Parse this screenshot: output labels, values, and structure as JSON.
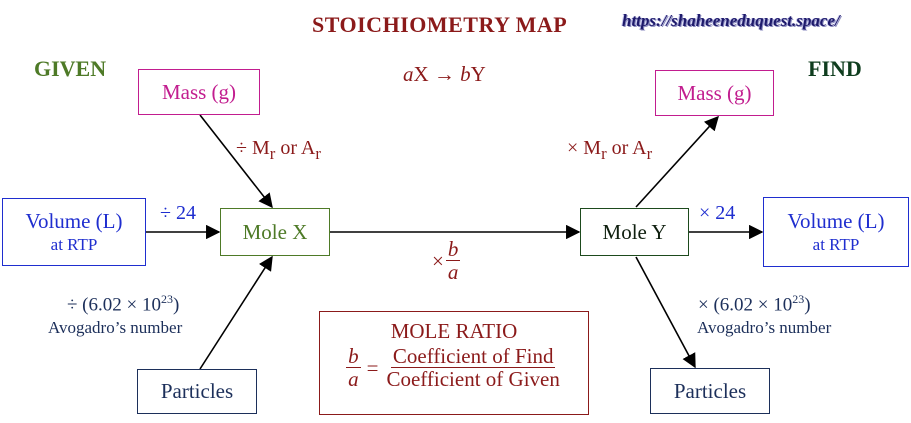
{
  "title": "STOICHIOMETRY MAP",
  "url": "https://shaheeneduquest.space/",
  "given_label": "GIVEN",
  "find_label": "FIND",
  "reaction": {
    "coef_a": "a",
    "reactant": "X",
    "arrow": "→",
    "coef_b": "b",
    "product": "Y"
  },
  "given_side": {
    "mass": "Mass (g)",
    "volume": "Volume (L)",
    "volume_sub": "at RTP",
    "mole": "Mole X",
    "particles": "Particles"
  },
  "find_side": {
    "mass": "Mass (g)",
    "volume": "Volume (L)",
    "volume_sub": "at RTP",
    "mole": "Mole Y",
    "particles": "Particles"
  },
  "operations": {
    "mass_to_mole": {
      "op": "÷ M",
      "sub1": "r",
      "mid": " or A",
      "sub2": "r"
    },
    "mole_to_mass": {
      "op": "× M",
      "sub1": "r",
      "mid": " or A",
      "sub2": "r"
    },
    "volume_to_mole": "÷ 24",
    "mole_to_volume": "× 24",
    "particles_to_mole": {
      "pre": "÷ (6.02 × 10",
      "exp": "23",
      "post": ")"
    },
    "mole_to_particles": {
      "pre": "× (6.02 × 10",
      "exp": "23",
      "post": ")"
    },
    "avogadro": "Avogadro’s number",
    "ratio_mult": {
      "sign": "×",
      "num": "b",
      "den": "a"
    }
  },
  "mole_ratio": {
    "heading": "MOLE RATIO",
    "num": "b",
    "den": "a",
    "eq": "=",
    "coef_find": "Coefficient of Find",
    "coef_given": "Coefficient of Given"
  },
  "colors": {
    "title": "#8b1a1a",
    "given": "#4e7a27",
    "find": "#0f3d1e",
    "mass": "#c21d8f",
    "volume": "#1f2ecf",
    "mole_x": "#4e7a27",
    "mole_y": "#1d4a1d",
    "particles": "#1c2f5a",
    "label": "#1c2f5a",
    "ratio": "#8b1a1a",
    "arrow": "#000000"
  }
}
